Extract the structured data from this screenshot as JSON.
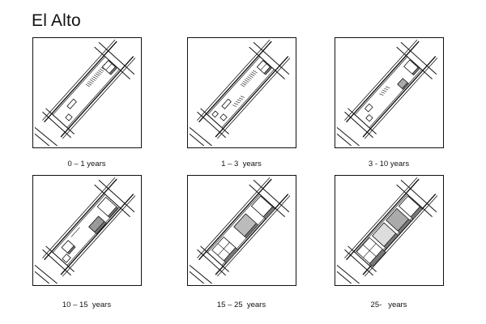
{
  "title": "El Alto",
  "panels": [
    {
      "label": "0 – 1 years",
      "stage": 0
    },
    {
      "label": "1 – 3  years",
      "stage": 1
    },
    {
      "label": "3 - 10 years",
      "stage": 2
    },
    {
      "label": "10 – 15  years",
      "stage": 3
    },
    {
      "label": "15 – 25  years",
      "stage": 4
    },
    {
      "label": "25-   years",
      "stage": 5
    }
  ]
}
